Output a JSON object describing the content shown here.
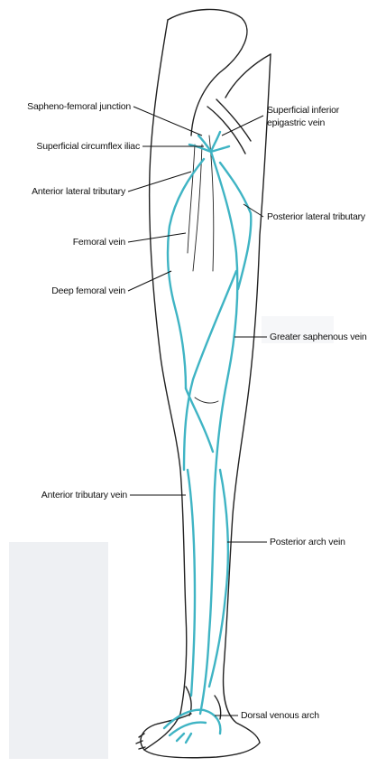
{
  "figure": {
    "labels": {
      "sapheno_femoral_junction": "Sapheno-femoral junction",
      "superficial_circumflex_iliac": "Superficial circumflex iliac",
      "anterior_lateral_tributary": "Anterior lateral tributary",
      "femoral_vein": "Femoral vein",
      "deep_femoral_vein": "Deep femoral vein",
      "anterior_tributary_vein": "Anterior tributary vein",
      "superficial_inferior_epigastric_line1": "Superficial inferior",
      "superficial_inferior_epigastric_line2": "epigastric vein",
      "posterior_lateral_tributary": "Posterior lateral tributary",
      "greater_saphenous_vein": "Greater saphenous vein",
      "posterior_arch_vein": "Posterior arch vein",
      "dorsal_venous_arch": "Dorsal venous arch"
    },
    "colors": {
      "vein": "#3fb4c4",
      "outline": "#222222"
    }
  }
}
